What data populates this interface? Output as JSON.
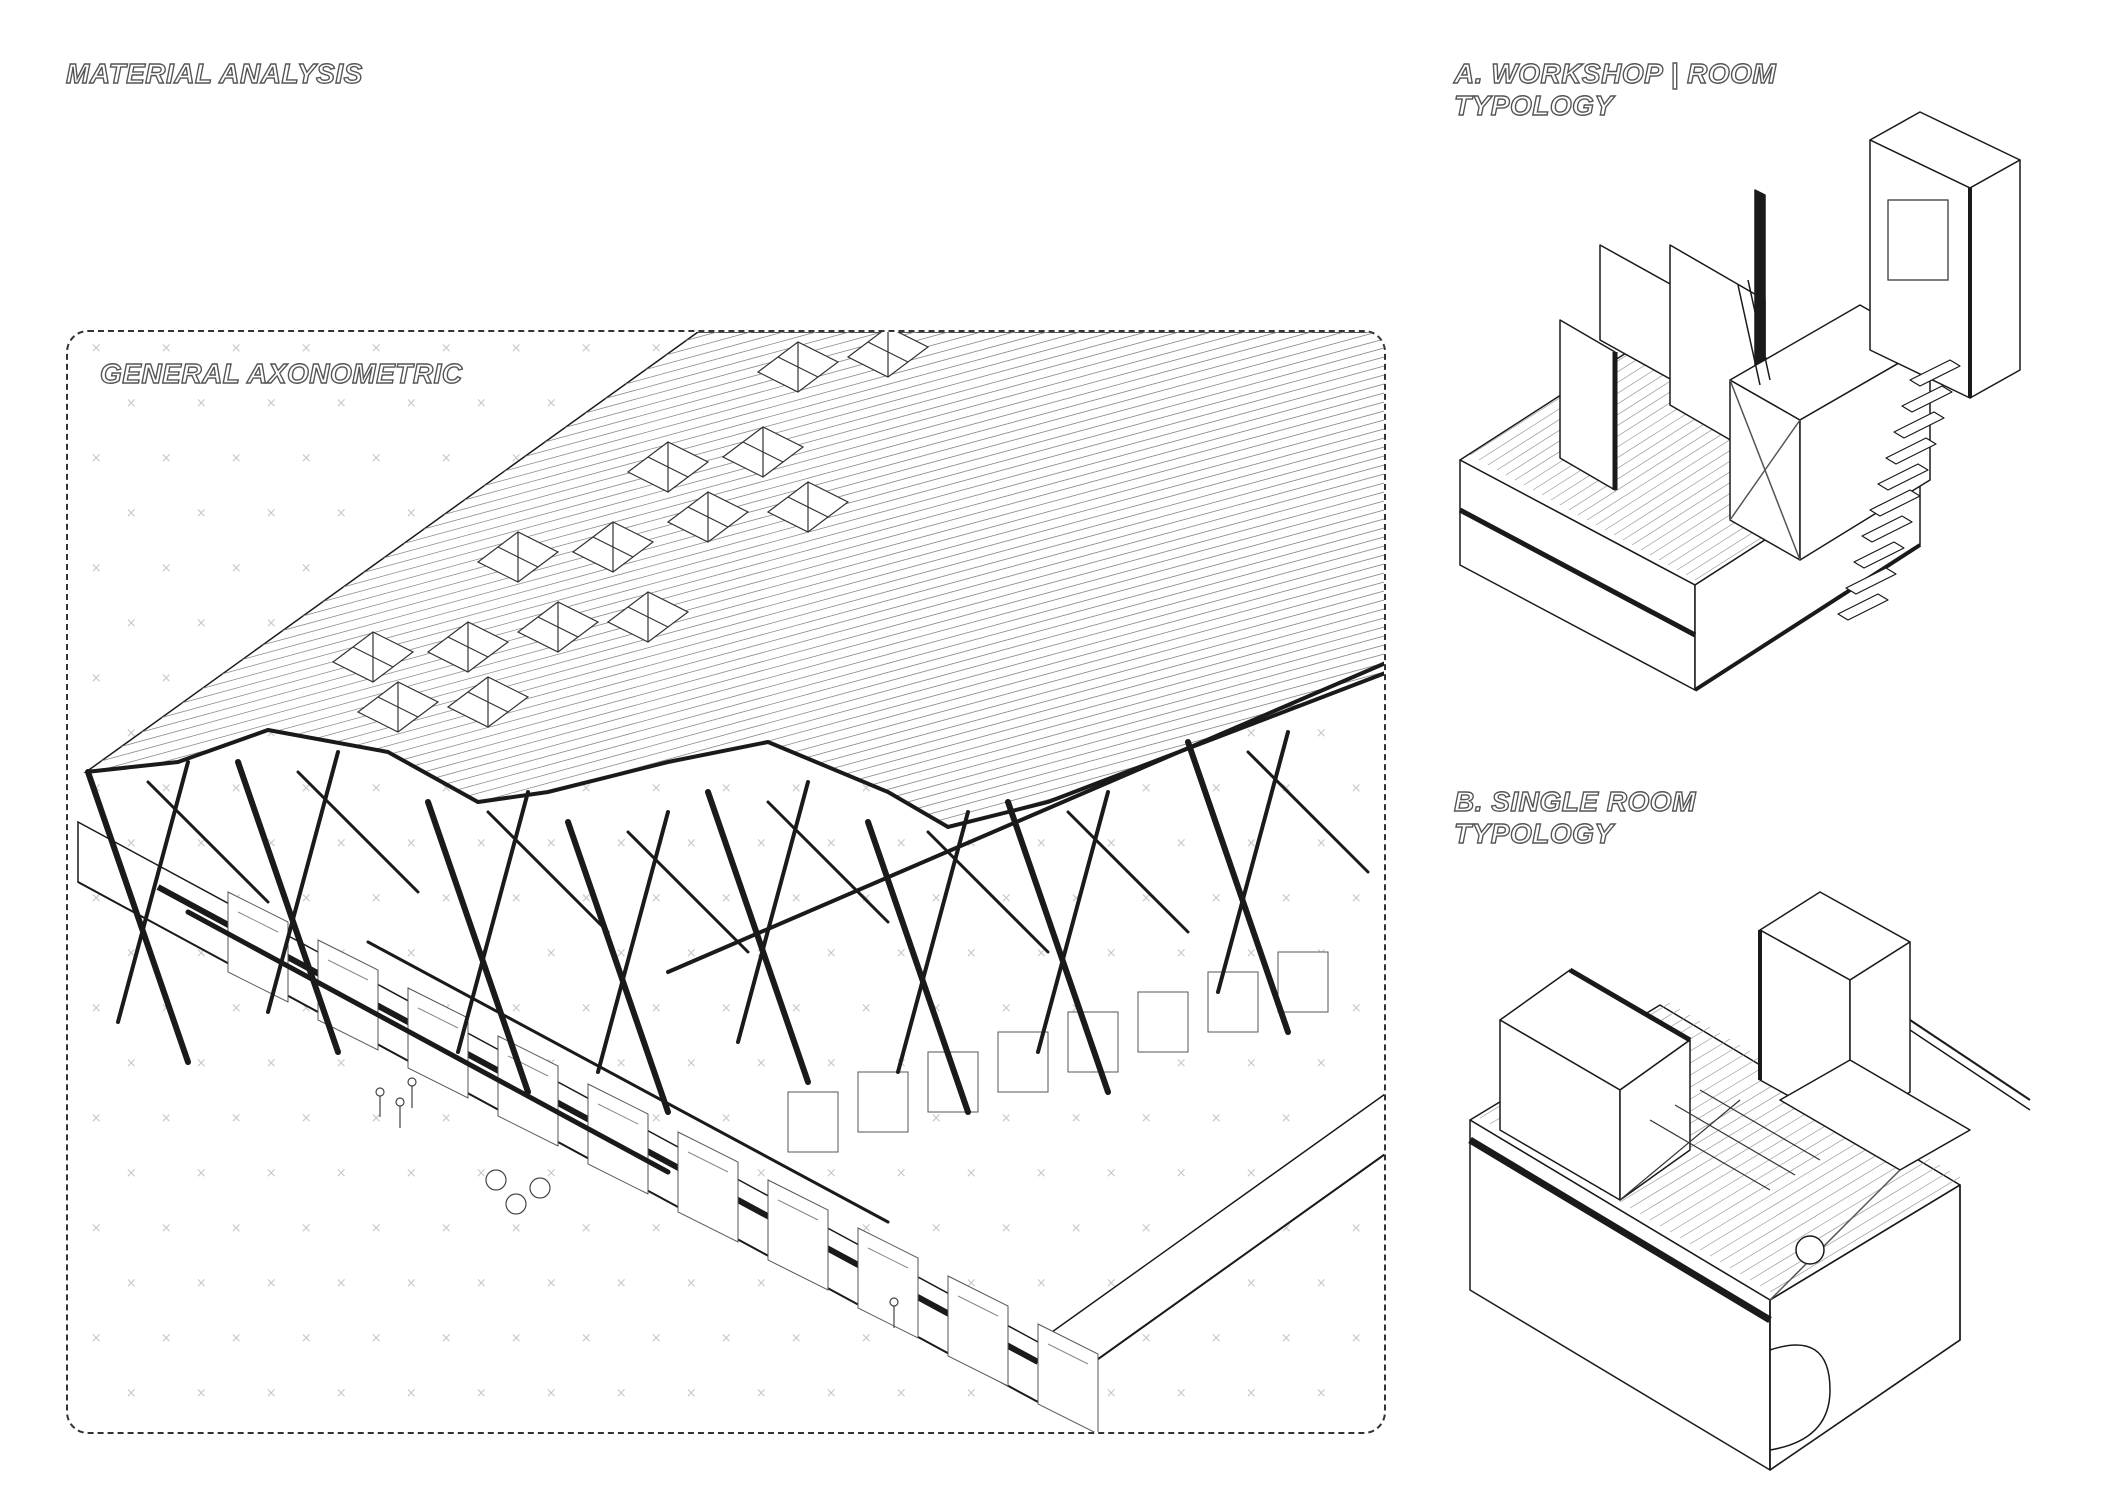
{
  "titles": {
    "material": "MATERIAL ANALYSIS",
    "general": "GENERAL AXONOMETRIC",
    "typology_a": [
      "A. WORKSHOP | ROOM",
      "TYPOLOGY"
    ],
    "typology_b": [
      "B. SINGLE ROOM",
      "TYPOLOGY"
    ]
  },
  "colors": {
    "line": "#1a1a1a",
    "hatch": "#8a8a8a",
    "light": "#bdbdbd",
    "ground_mark": "#c8c8c8",
    "frame": "#333333"
  }
}
